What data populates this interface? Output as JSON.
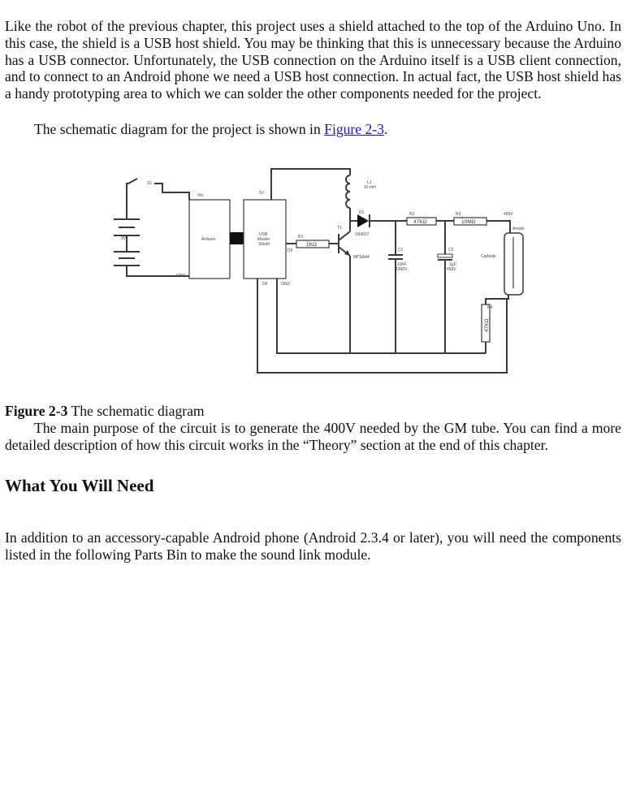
{
  "body": {
    "p1": "Like the robot of the previous chapter, this project uses a shield attached to the top of the Arduino Uno. In this case, the shield is a USB host shield. You may be thinking that this is unnecessary because the Arduino has a USB connector. Unfortunately, the USB connection on the Arduino itself is a USB client connection, and to connect to an Android phone we need a USB host connection. In actual fact, the USB host shield has a handy prototyping area to which we can solder the other components needed for the project.",
    "p2_before": "The schematic diagram for the project is shown in ",
    "p2_link": "Figure 2-3",
    "p2_after": ".",
    "caption_label": "Figure 2-3",
    "caption_text": " The schematic diagram",
    "p3": "The main purpose of the circuit is to generate the 400V needed by the GM tube. You can find a more detailed description of how this circuit works in the “Theory” section at the end of this chapter.",
    "heading": "What You Will Need",
    "p4": "In addition to an accessory-capable Android phone (Android 2.3.4 or later), you will need the components listed in the following Parts Bin to make the sound link module."
  },
  "schematic": {
    "s1": "S1",
    "battery": "9V",
    "vin": "Vin",
    "arduino": "Arduino",
    "gnd": "GND",
    "v5": "5V",
    "usb_line1": "USB",
    "usb_line2": "Master",
    "usb_line3": "Shield",
    "d5": "D5",
    "d6": "D6",
    "gnd2": "GND",
    "r1": "R1",
    "r1_value": "1KΩ",
    "l1": "L1",
    "l1_value": "10 mH",
    "d1": "D1",
    "d1_part": "1N4937",
    "t1": "T1",
    "t1_part": "MPSA44",
    "r2": "R2",
    "r2_value": "47KΩ",
    "r3": "R3",
    "r3_value": "10MΩ",
    "v400": "400V",
    "anode": "Anode",
    "cathode": "Cathode",
    "c1": "C1",
    "c1_value": "10nF",
    "c1_voltage": "1000V",
    "c2": "C2",
    "c2_value": "1µF",
    "c2_voltage": "450V",
    "r4": "R4",
    "r4_value": "47KΩ"
  }
}
